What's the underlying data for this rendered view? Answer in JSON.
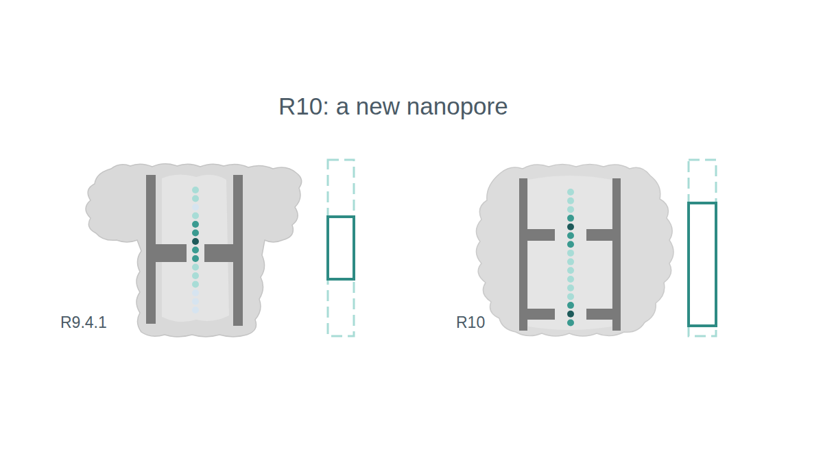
{
  "diagram": {
    "title": "R10: a new nanopore",
    "labels": [
      "R9.4.1",
      "R10"
    ]
  }
}
